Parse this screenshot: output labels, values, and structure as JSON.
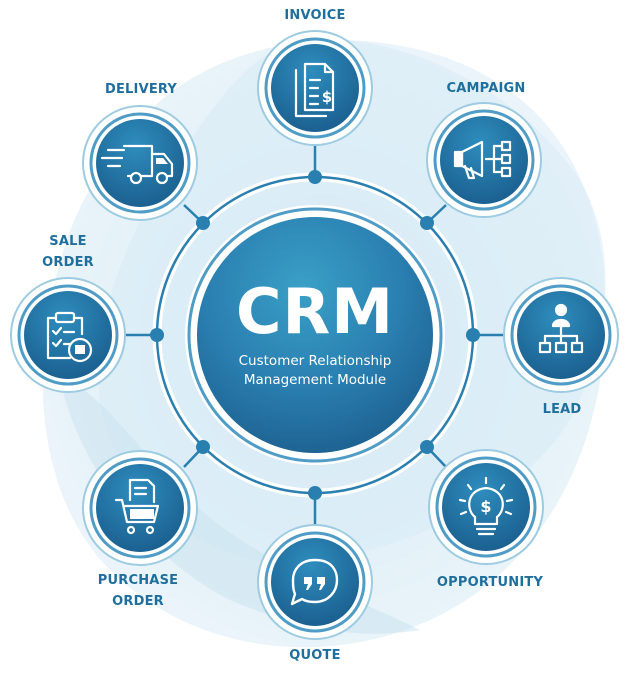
{
  "center": {
    "title": "CRM",
    "subtitle_line1": "Customer Relationship",
    "subtitle_line2": "Management Module"
  },
  "modules": {
    "invoice": "INVOICE",
    "campaign": "CAMPAIGN",
    "lead": "LEAD",
    "opportunity": "OPPORTUNITY",
    "quote": "QUOTE",
    "purchase_order_line1": "PURCHASE",
    "purchase_order_line2": "ORDER",
    "sale_order_line1": "SALE",
    "sale_order_line2": "ORDER",
    "delivery": "DELIVERY"
  },
  "icons": [
    "invoice-icon",
    "campaign-icon",
    "lead-icon",
    "opportunity-icon",
    "quote-icon",
    "purchase-order-icon",
    "sale-order-icon",
    "delivery-icon"
  ],
  "colors": {
    "primary": "#1f6f9e",
    "dark": "#174f7a",
    "light": "#e2f0f8",
    "ring": "#7ab6d4"
  }
}
